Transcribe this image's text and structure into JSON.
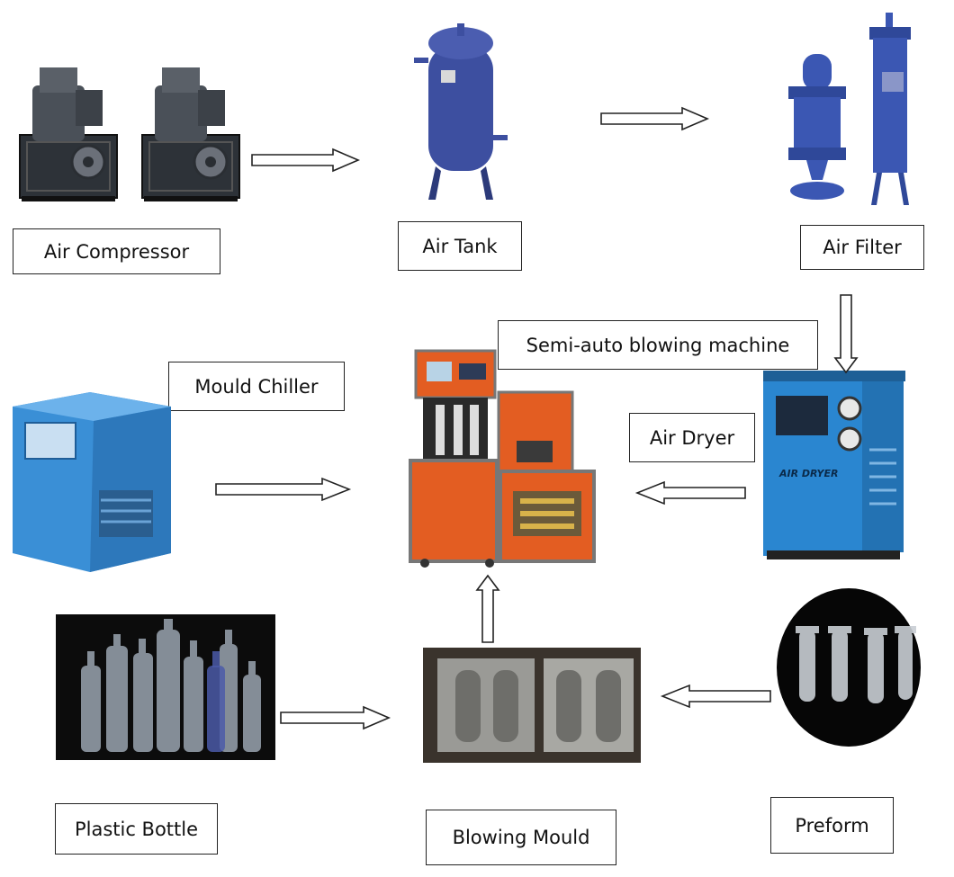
{
  "labels": {
    "air_compressor": "Air Compressor",
    "air_tank": "Air Tank",
    "air_filter": "Air Filter",
    "mould_chiller": "Mould Chiller",
    "semi_auto": "Semi-auto blowing machine",
    "air_dryer": "Air Dryer",
    "plastic_bottle": "Plastic Bottle",
    "blowing_mould": "Blowing Mould",
    "preform": "Preform"
  },
  "device_text": {
    "air_dryer_panel": "AIR DRYER"
  },
  "colors": {
    "compressor_dark": "#3a3f46",
    "tank_blue": "#3d4fa0",
    "filter_blue": "#3b57b3",
    "chiller_blue": "#3a8fd6",
    "machine_orange": "#e35d22",
    "dryer_blue": "#2a86d0",
    "mould_grey": "#9a9a96"
  }
}
